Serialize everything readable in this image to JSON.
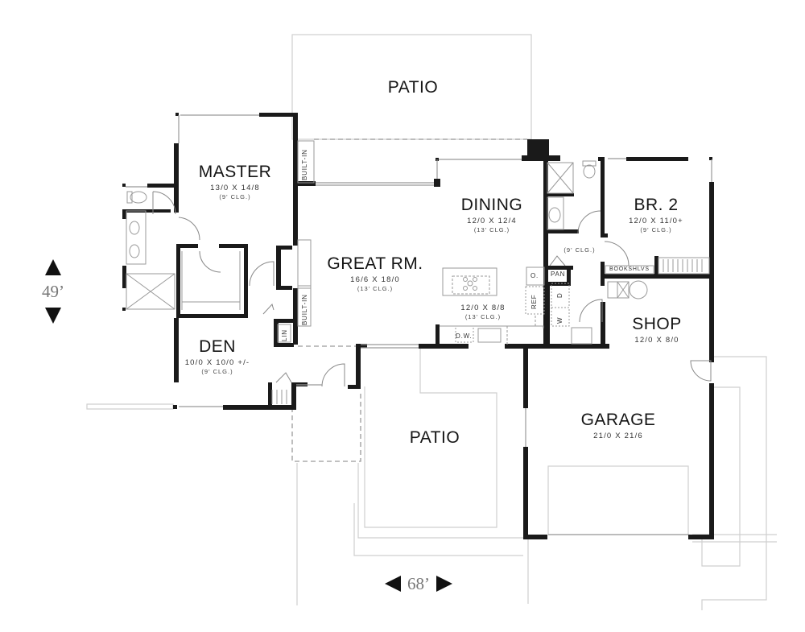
{
  "plan": {
    "colors": {
      "wall": "#1a1a1a",
      "outline": "#cfcfcf",
      "fixture": "#9a9a9a",
      "background": "#ffffff"
    },
    "overall_depth": "49’",
    "overall_width": "68’",
    "rooms": {
      "patio_rear": {
        "name": "PATIO"
      },
      "master": {
        "name": "MASTER",
        "dims": "13/0 X 14/8",
        "ceiling": "(9' CLG.)"
      },
      "dining": {
        "name": "DINING",
        "dims": "12/0 X 12/4",
        "ceiling": "(13' CLG.)"
      },
      "br2": {
        "name": "BR. 2",
        "dims": "12/0 X 11/0+",
        "ceiling": "(9' CLG.)"
      },
      "great_rm": {
        "name": "GREAT RM.",
        "dims": "16/6 X 18/0",
        "ceiling": "(13' CLG.)"
      },
      "kitchen": {
        "dims": "12/0 X 8/8",
        "ceiling": "(13' CLG.)"
      },
      "hall": {
        "ceiling": "(9' CLG.)"
      },
      "shop": {
        "name": "SHOP",
        "dims": "12/0 X 8/0"
      },
      "den": {
        "name": "DEN",
        "dims": "10/0 X 10/0 +/-",
        "ceiling": "(9' CLG.)"
      },
      "patio_front": {
        "name": "PATIO"
      },
      "garage": {
        "name": "GARAGE",
        "dims": "21/0 X 21/6"
      }
    },
    "tags": {
      "built_in_upper": "BUILT-IN",
      "built_in_lower": "BUILT-IN",
      "lin": "LIN",
      "pan": "PAN",
      "oven": "O.",
      "ref": "REF",
      "dw": "D.W.",
      "washer": "W",
      "dryer": "D",
      "bookshlvs": "BOOKSHLVS"
    }
  }
}
